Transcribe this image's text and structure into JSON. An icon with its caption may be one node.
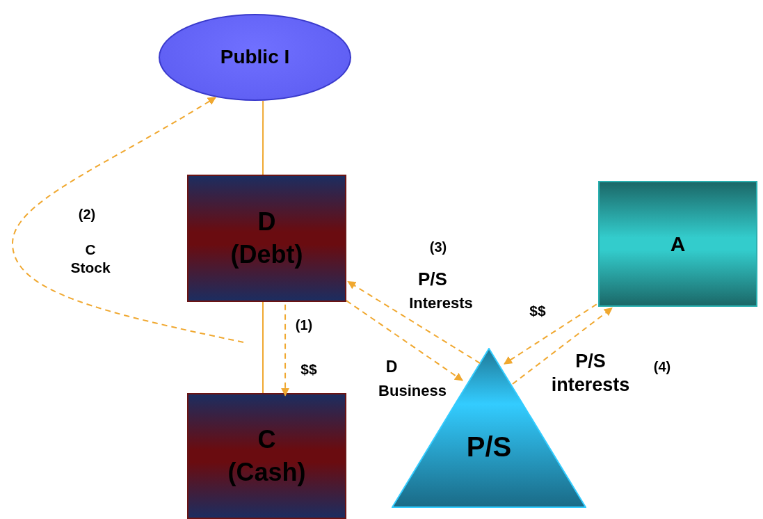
{
  "diagram": {
    "nodes": [
      {
        "text": [
          "Public I"
        ]
      },
      {
        "text": [
          "D (Debt)"
        ]
      },
      {
        "text": [
          "C (Cash)"
        ]
      },
      {
        "text": [
          "A"
        ]
      },
      {
        "text": [
          "P/S"
        ]
      }
    ],
    "edges": [
      {
        "from": 0,
        "to": 1,
        "arrow": "none"
      },
      {
        "from": 1,
        "to": 2,
        "arrow": "none"
      },
      {
        "from": 1,
        "to": 2,
        "arrow": "to",
        "style": "dashed"
      },
      {
        "from": null,
        "to": 0,
        "arrow": "to",
        "style": "dashed"
      },
      {
        "from": 4,
        "to": 1,
        "arrow": "to",
        "style": "dashed"
      },
      {
        "from": 1,
        "to": 4,
        "arrow": "to",
        "style": "dashed"
      },
      {
        "from": 3,
        "to": 4,
        "arrow": "to",
        "style": "dashed"
      },
      {
        "from": 4,
        "to": 3,
        "arrow": "to",
        "style": "dashed"
      }
    ],
    "labels": [
      "(2)",
      "(3)",
      "C Stock",
      "P/S",
      "Interests",
      "$$",
      "(1)",
      "D",
      "Business",
      "$$",
      "P/S interests",
      "(4)"
    ]
  }
}
